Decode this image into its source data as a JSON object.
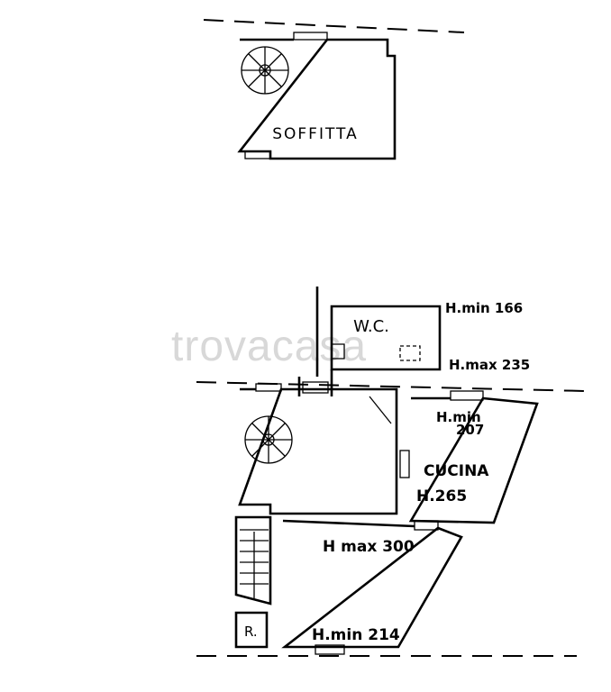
{
  "watermark": "trovacasa",
  "rooms": {
    "soffitta": "SOFFITTA",
    "wc": "W.C.",
    "cucina": "CUCINA",
    "r": "R."
  },
  "heights": {
    "wc_min": "H.min 166",
    "wc_max": "H.max 235",
    "cucina_min_line1": "H.min",
    "cucina_min_line2": "207",
    "cucina_h": "H.265",
    "main_max": "H max 300",
    "main_min": "H.min 214"
  }
}
